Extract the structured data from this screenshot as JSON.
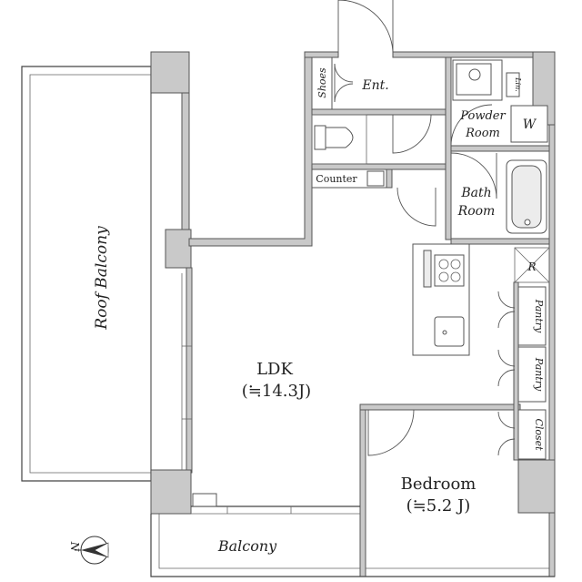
{
  "rooms": {
    "roof_balcony": "Roof Balcony",
    "ldk": "LDK",
    "ldk_area": "(≒14.3J)",
    "bedroom": "Bedroom",
    "bedroom_area": "(≒5.2 J)",
    "balcony": "Balcony",
    "entrance": "Ent.",
    "shoes": "Shoes",
    "counter": "Counter",
    "powder_room_line1": "Powder",
    "powder_room_line2": "Room",
    "bath_room_line1": "Bath",
    "bath_room_line2": "Room",
    "pantry_1": "Pantry",
    "pantry_2": "Pantry",
    "closet": "Closet"
  },
  "fixtures": {
    "washer_mark": "W",
    "fridge_mark": "R",
    "linen_mark": "Lin."
  },
  "compass": {
    "north_label": "N"
  },
  "colors": {
    "wall_fill": "#c9c9c9",
    "line": "#444444",
    "background": "#ffffff"
  }
}
